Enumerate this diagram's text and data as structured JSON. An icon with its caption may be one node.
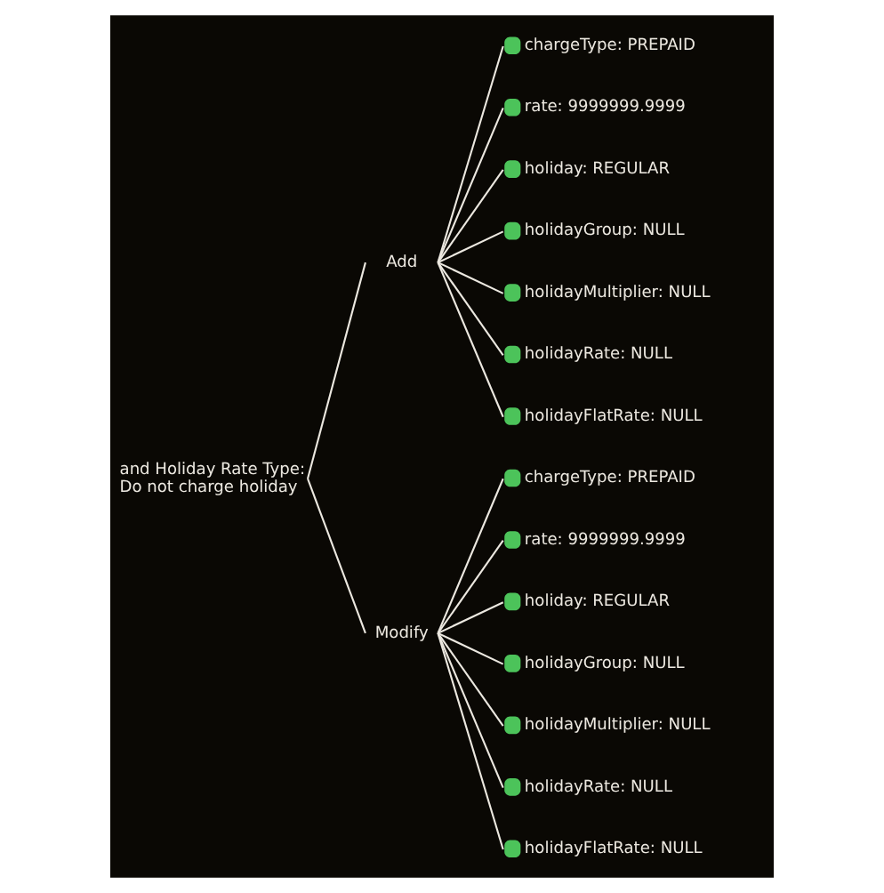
{
  "diagram": {
    "nodes": [
      {
        "text": [
          "and Holiday Rate Type: Do not charge holiday"
        ]
      },
      {
        "text": [
          "Add"
        ]
      },
      {
        "text": [
          "chargeType: PREPAID"
        ]
      },
      {
        "text": [
          "rate: 9999999.9999"
        ]
      },
      {
        "text": [
          "holiday: REGULAR"
        ]
      },
      {
        "text": [
          "holidayGroup: NULL"
        ]
      },
      {
        "text": [
          "holidayMultiplier: NULL"
        ]
      },
      {
        "text": [
          "holidayRate: NULL"
        ]
      },
      {
        "text": [
          "holidayFlatRate: NULL"
        ]
      },
      {
        "text": [
          "Modify"
        ]
      },
      {
        "text": [
          "chargeType: PREPAID"
        ]
      },
      {
        "text": [
          "rate: 9999999.9999"
        ]
      },
      {
        "text": [
          "holiday: REGULAR"
        ]
      },
      {
        "text": [
          "holidayGroup: NULL"
        ]
      },
      {
        "text": [
          "holidayMultiplier: NULL"
        ]
      },
      {
        "text": [
          "holidayRate: NULL"
        ]
      },
      {
        "text": [
          "holidayFlatRate: NULL"
        ]
      }
    ],
    "edges": [
      {
        "from": 0,
        "to": 1,
        "arrow": "none"
      },
      {
        "from": 1,
        "to": 2,
        "arrow": "none"
      },
      {
        "from": 1,
        "to": 3,
        "arrow": "none"
      },
      {
        "from": 1,
        "to": 4,
        "arrow": "none"
      },
      {
        "from": 1,
        "to": 5,
        "arrow": "none"
      },
      {
        "from": 1,
        "to": 6,
        "arrow": "none"
      },
      {
        "from": 1,
        "to": 7,
        "arrow": "none"
      },
      {
        "from": 1,
        "to": 8,
        "arrow": "none"
      },
      {
        "from": 0,
        "to": 9,
        "arrow": "none"
      },
      {
        "from": 9,
        "to": 10,
        "arrow": "none"
      },
      {
        "from": 9,
        "to": 11,
        "arrow": "none"
      },
      {
        "from": 9,
        "to": 12,
        "arrow": "none"
      },
      {
        "from": 9,
        "to": 13,
        "arrow": "none"
      },
      {
        "from": 9,
        "to": 14,
        "arrow": "none"
      },
      {
        "from": 9,
        "to": 15,
        "arrow": "none"
      },
      {
        "from": 9,
        "to": 16,
        "arrow": "none"
      }
    ]
  }
}
